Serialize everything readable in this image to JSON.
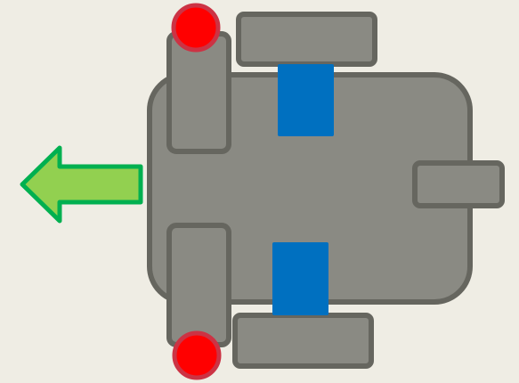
{
  "diagram": {
    "description_text": "",
    "colors": {
      "background": "#efede4",
      "body_fill": "#8a8a83",
      "outline": "#66665f",
      "connector_fill": "#0070c0",
      "endpoint_fill": "#ff0000",
      "endpoint_outline": "#cc3344",
      "arrow_fill": "#92d050",
      "arrow_outline": "#00b050"
    },
    "arrow": {
      "direction": "left"
    },
    "components": [
      {
        "id": "main-body",
        "kind": "body"
      },
      {
        "id": "upper-left-arm",
        "kind": "arm"
      },
      {
        "id": "lower-left-arm",
        "kind": "arm"
      },
      {
        "id": "top-track",
        "kind": "track"
      },
      {
        "id": "bottom-track",
        "kind": "track"
      },
      {
        "id": "right-tab",
        "kind": "tab"
      },
      {
        "id": "top-connector",
        "kind": "connector"
      },
      {
        "id": "bottom-connector",
        "kind": "connector"
      },
      {
        "id": "top-endpoint",
        "kind": "endpoint"
      },
      {
        "id": "bottom-endpoint",
        "kind": "endpoint"
      }
    ]
  }
}
